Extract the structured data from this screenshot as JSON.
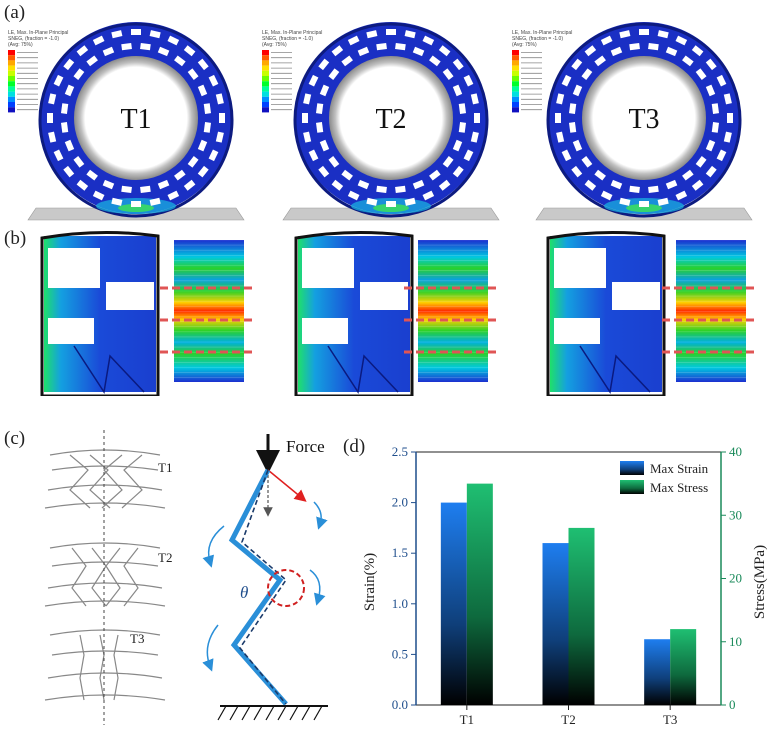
{
  "panels": {
    "a": "(a)",
    "b": "(b)",
    "c": "(c)",
    "d": "(d)"
  },
  "tyres": [
    {
      "label": "T1",
      "legend": [
        "LE, Max. In-Plane Principal",
        "SNEG, (fraction = -1.0)",
        "(Avg: 75%)"
      ]
    },
    {
      "label": "T2",
      "legend": [
        "LE, Max. In-Plane Principal",
        "SNEG, (fraction = -1.0)",
        "(Avg: 75%)"
      ]
    },
    {
      "label": "T3",
      "legend": [
        "LE, Max. In-Plane Principal",
        "SNEG, (fraction = -1.0)",
        "(Avg: 75%)"
      ]
    }
  ],
  "legend_colors": [
    "#ff0000",
    "#ff5a00",
    "#ffa800",
    "#ffe000",
    "#c8ff00",
    "#6cff00",
    "#00ff2a",
    "#00ff9a",
    "#00e0e0",
    "#0090ff",
    "#0040ff",
    "#1010c0"
  ],
  "cells": {
    "labels": [
      "T1",
      "T2",
      "T3"
    ]
  },
  "mechanism": {
    "force_label": "Force",
    "angle_label": "θ"
  },
  "chart_data": {
    "type": "bar",
    "categories": [
      "T1",
      "T2",
      "T3"
    ],
    "series": [
      {
        "name": "Max Strain",
        "axis": "left",
        "values": [
          2.0,
          1.6,
          0.65
        ],
        "color": "#1e78e6"
      },
      {
        "name": "Max Stress",
        "axis": "right",
        "values": [
          35,
          28,
          12
        ],
        "color": "#1aa66a"
      }
    ],
    "ylabel": "Strain(%)",
    "y2label": "Stress(MPa)",
    "ylim": [
      0,
      2.5
    ],
    "y2lim": [
      0,
      40
    ],
    "yticks": [
      "0.0",
      "0.5",
      "1.0",
      "1.5",
      "2.0",
      "2.5"
    ],
    "y2ticks": [
      "0",
      "10",
      "20",
      "30",
      "40"
    ],
    "legend_position": "top-right"
  }
}
